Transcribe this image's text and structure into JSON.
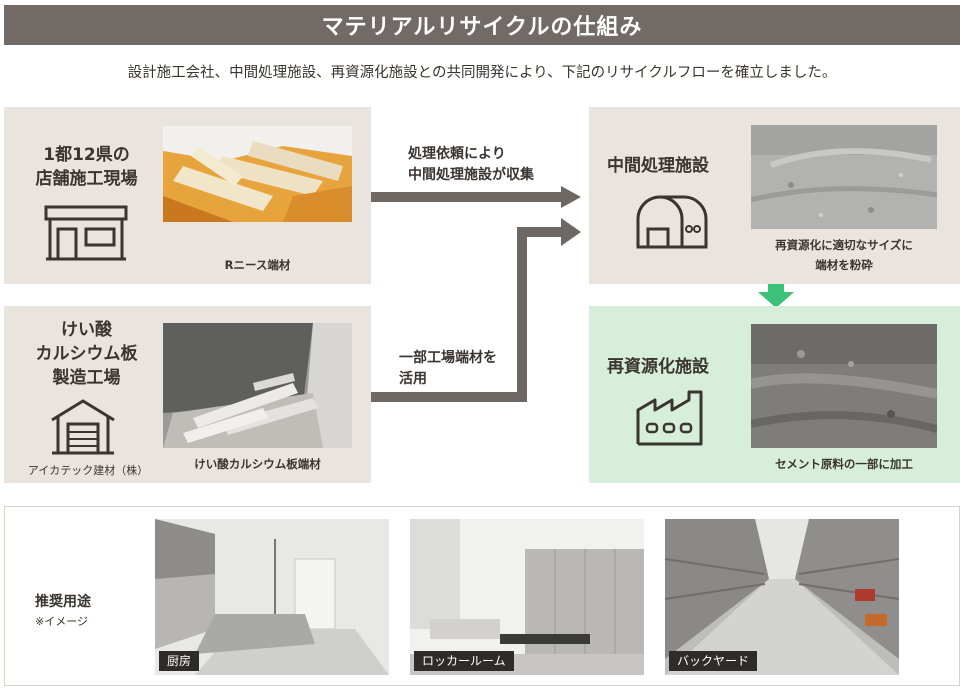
{
  "header": {
    "title": "マテリアルリサイクルの仕組み",
    "subtitle": "設計施工会社、中間処理施設、再資源化施設との共同開発により、下記のリサイクルフローを確立しました。"
  },
  "sources": [
    {
      "title_lines": [
        "1都12県の",
        "店舗施工現場"
      ],
      "icon": "store-icon",
      "photo_caption": "Rニース端材"
    },
    {
      "title_lines": [
        "けい酸",
        "カルシウム板",
        "製造工場"
      ],
      "icon": "factory-garage-icon",
      "company": "アイカテック建材（株）",
      "photo_caption": "けい酸カルシウム板端材"
    }
  ],
  "flows": {
    "top_label_lines": [
      "処理依頼により",
      "中間処理施設が収集"
    ],
    "bottom_label_lines": [
      "一部工場端材を",
      "活用"
    ]
  },
  "facilities": {
    "intermediate": {
      "title": "中間処理施設",
      "icon": "warehouse-icon",
      "caption_lines": [
        "再資源化に適切なサイズに",
        "端材を粉砕"
      ]
    },
    "recycling": {
      "title": "再資源化施設",
      "icon": "plant-icon",
      "caption": "セメント原料の一部に加工"
    }
  },
  "usage": {
    "label": "推奨用途",
    "note": "※イメージ",
    "photos": [
      {
        "label": "厨房"
      },
      {
        "label": "ロッカールーム"
      },
      {
        "label": "バックヤード"
      }
    ]
  },
  "colors": {
    "title_bar": "#716a66",
    "panel": "#e9e4dd",
    "panel_green": "#d7eedb",
    "arrow_gray": "#6e6864",
    "arrow_green": "#3cc07a"
  }
}
